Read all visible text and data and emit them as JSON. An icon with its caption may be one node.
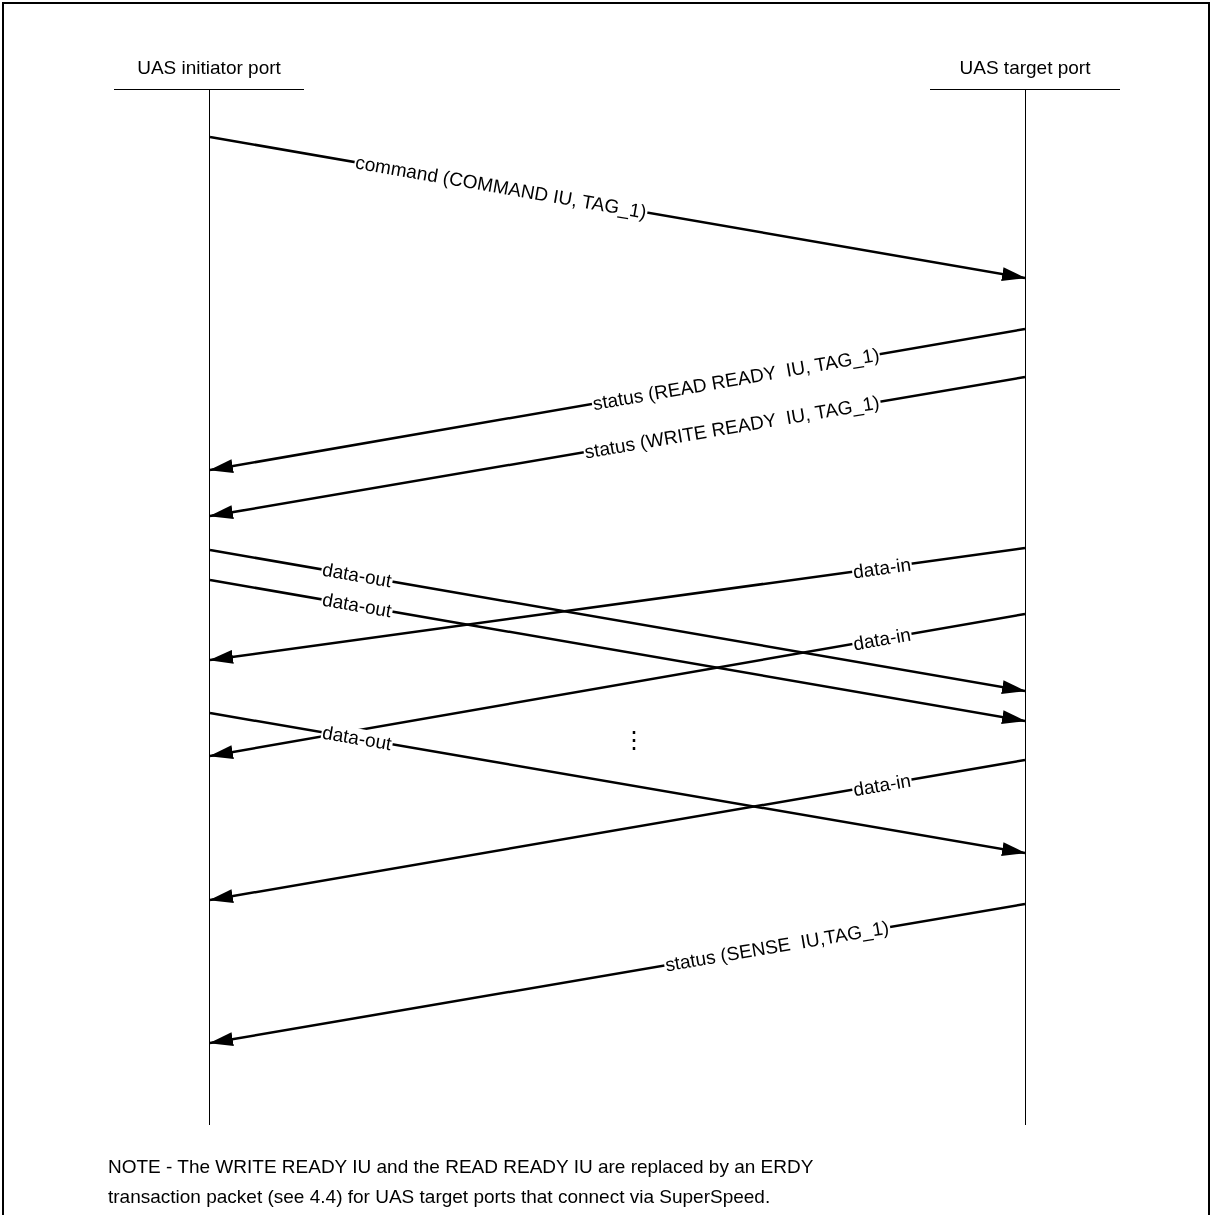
{
  "diagram": {
    "nodes": [
      {
        "text": [
          "UAS initiator port"
        ]
      },
      {
        "text": [
          "UAS target port"
        ]
      },
      {
        "text": [],
        "shape": "bar"
      },
      {
        "text": [],
        "shape": "bar"
      }
    ],
    "edges": [
      {
        "from": 2,
        "to": 3,
        "arrow": "to",
        "label": "command (COMMAND IU, TAG_1)"
      },
      {
        "from": 3,
        "to": 2,
        "arrow": "to",
        "label": "status (READ READY  IU, TAG_1)"
      },
      {
        "from": 3,
        "to": 2,
        "arrow": "to",
        "label": "status (WRITE READY  IU, TAG_1)"
      },
      {
        "from": 3,
        "to": 2,
        "arrow": "to",
        "label": "data-in"
      },
      {
        "from": 2,
        "to": 3,
        "arrow": "to",
        "label": "data-out"
      },
      {
        "from": 2,
        "to": 3,
        "arrow": "to",
        "label": "data-out"
      },
      {
        "from": 3,
        "to": 2,
        "arrow": "to",
        "label": "data-in"
      },
      {
        "from": 2,
        "to": 3,
        "arrow": "to",
        "label": "data-out"
      },
      {
        "from": 3,
        "to": 2,
        "arrow": "to",
        "label": "data-in"
      },
      {
        "from": 3,
        "to": 2,
        "arrow": "to",
        "label": "status (SENSE  IU,TAG_1)"
      }
    ],
    "labels": [
      "⋮",
      "NOTE - The WRITE READY IU and the READ READY IU are replaced by an ERDY transaction packet (see 4.4) for UAS target ports that connect via SuperSpeed."
    ]
  }
}
